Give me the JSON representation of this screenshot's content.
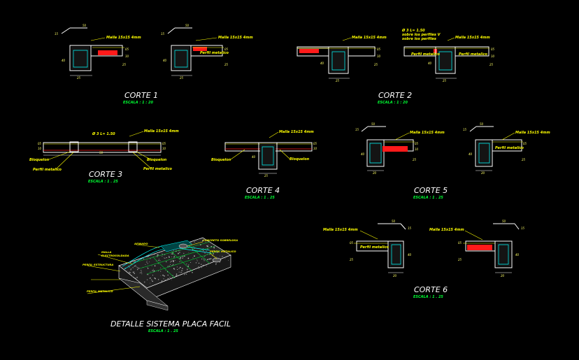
{
  "sections": [
    {
      "id": "c1",
      "title": "CORTE 1",
      "scale": "ESCALA : 1 : 20"
    },
    {
      "id": "c2",
      "title": "CORTE 2",
      "scale": "ESCALA : 1 : 20"
    },
    {
      "id": "c3",
      "title": "CORTE 3",
      "scale": "ESCALA : 1 . 25"
    },
    {
      "id": "c4",
      "title": "CORTE 4",
      "scale": "ESCALA : 1 . 25"
    },
    {
      "id": "c5",
      "title": "CORTE 5",
      "scale": "ESCALA : 1 . 25"
    },
    {
      "id": "c6",
      "title": "CORTE 6",
      "scale": "ESCALA : 1 . 25"
    },
    {
      "id": "det",
      "title": "DETALLE SISTEMA PLACA FACIL",
      "scale": "ESCALA : 1 . 25"
    }
  ],
  "labels": {
    "malla_15_15": "Malla 15x15 4mm",
    "perfil_metalico": "Perfil metalico",
    "bloquelon": "Bloquelon",
    "phi_note_1": "Ø 3 L= 1.50",
    "phi_note_2": "sobre los perfiles V",
    "phi_note_3": "sobre los perfiles",
    "phi_short": "Ø 3 L= 1.50"
  },
  "detail_labels": {
    "afinado": "AFINADO",
    "concreto_sobrelosa": "CONCRETO SOBRELOSA",
    "malla": "MALLA",
    "electrosoldada": "ELECTROSOLDADA",
    "perfil_estructura": "PERFIL ESTRUCTURA",
    "perfil_metalico": "PERFIL METALICO"
  },
  "dimensions": {
    "d50": "50",
    "d15": "15",
    "d40": "40",
    "d25": "25",
    "d20": "20",
    "d10": "10",
    "d05": "05"
  },
  "colors": {
    "background": "#000000",
    "lines": "#ffffff",
    "annotations": "#ffff00",
    "scale": "#00ff33",
    "rebar": "#00ffff",
    "block": "#ff1a1a"
  }
}
